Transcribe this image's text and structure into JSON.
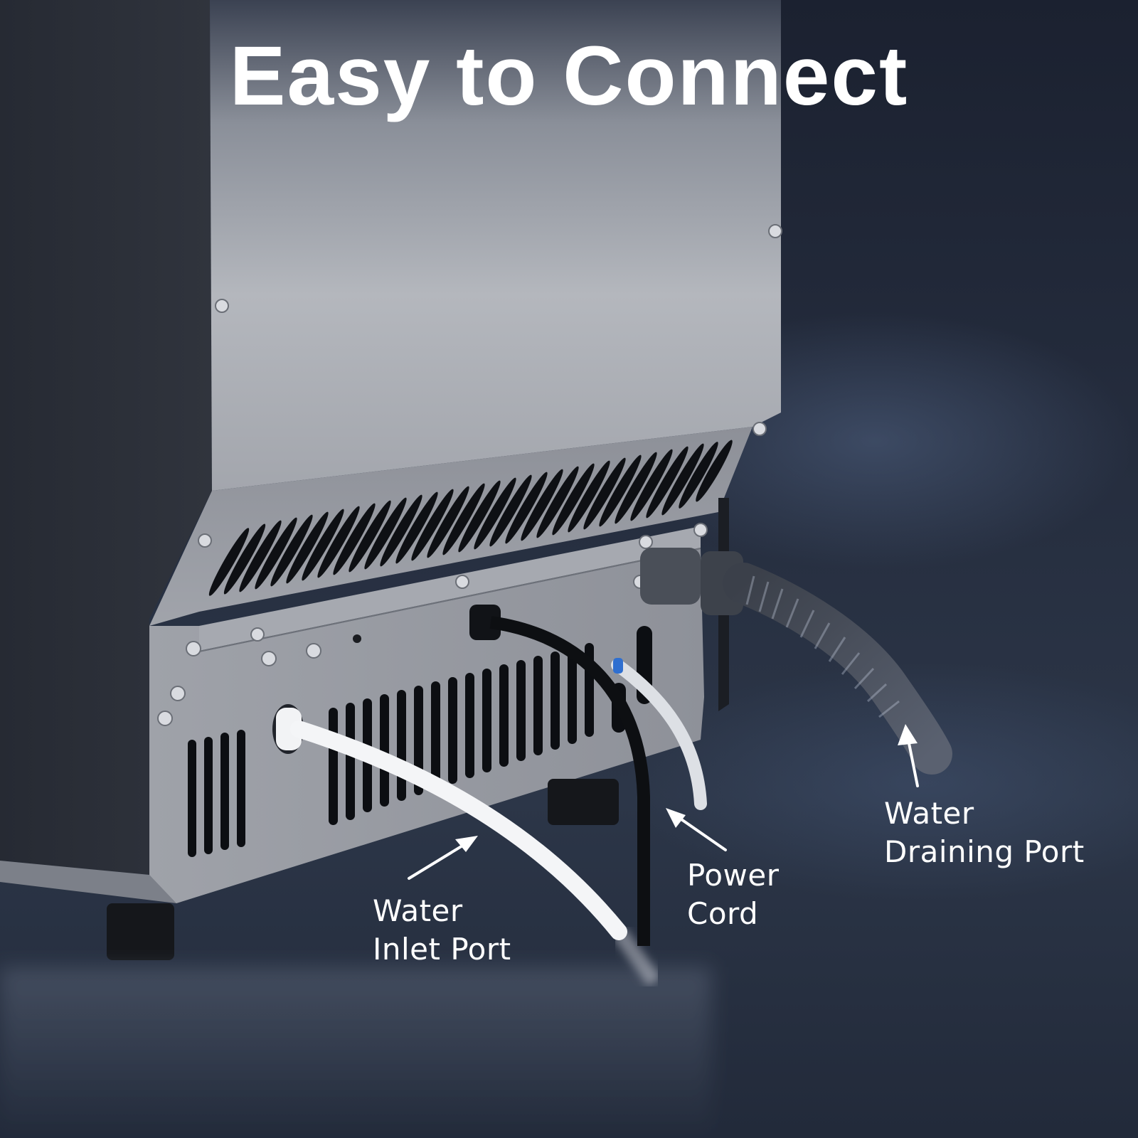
{
  "headline": "Easy to Connect",
  "callouts": {
    "water_inlet": {
      "line1": "Water",
      "line2": "Inlet Port"
    },
    "power_cord": {
      "line1": "Power",
      "line2": "Cord"
    },
    "water_drain": {
      "line1": "Water",
      "line2": "Draining Port"
    }
  },
  "colors": {
    "background": "#222a3a",
    "panel_silver": "#a9acb2",
    "cabinet_black": "#2a2e36",
    "text": "#ffffff",
    "clip_blue": "#2f6fd0"
  }
}
